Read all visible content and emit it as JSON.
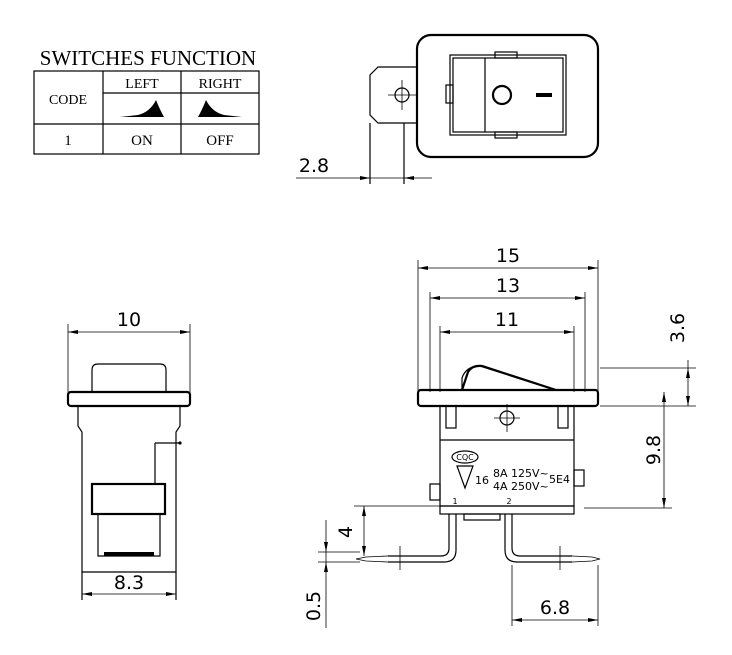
{
  "table": {
    "title": "SWITCHES FUNCTION",
    "col_code": "CODE",
    "col_left": "LEFT",
    "col_right": "RIGHT",
    "row_code": "1",
    "row_left": "ON",
    "row_right": "OFF"
  },
  "dimensions": {
    "d_2_8": "2.8",
    "d_15": "15",
    "d_13": "13",
    "d_11": "11",
    "d_3_6": "3.6",
    "d_9_8": "9.8",
    "d_4": "4",
    "d_0_5": "0.5",
    "d_6_8": "6.8",
    "d_10": "10",
    "d_8_3": "8.3"
  },
  "marking": {
    "cqc": "CQC",
    "rating_num": "16",
    "rating_1": "8A 125V~",
    "rating_2": "4A 250V~",
    "life": "5E4",
    "terminal_1": "1",
    "terminal_2": "2"
  },
  "rocker_symbols": {
    "on": "O",
    "off": "—"
  }
}
